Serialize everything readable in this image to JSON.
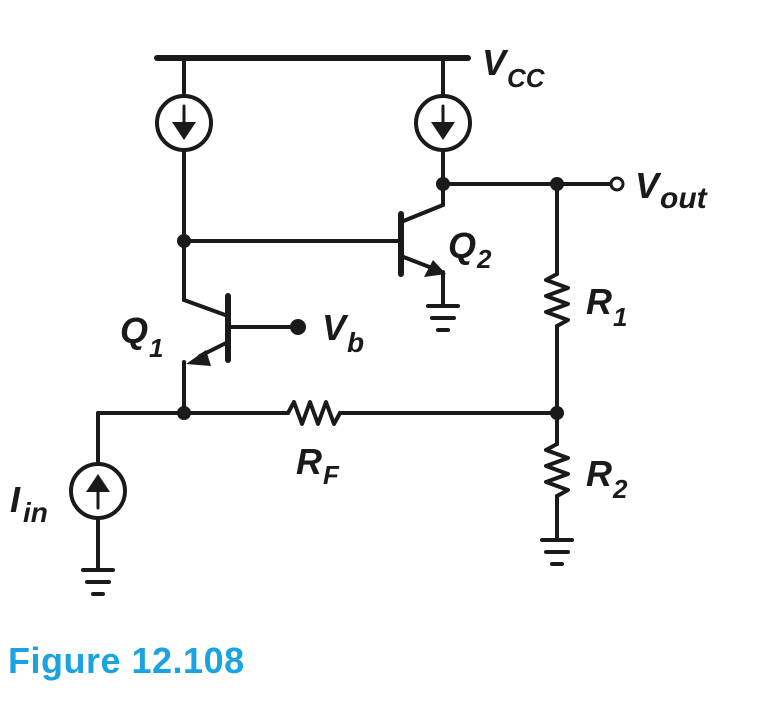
{
  "figure": {
    "caption": "Figure 12.108"
  },
  "labels": {
    "vcc_main": "V",
    "vcc_sub": "CC",
    "vout_main": "V",
    "vout_sub": "out",
    "vb_main": "V",
    "vb_sub": "b",
    "q1_main": "Q",
    "q1_sub": "1",
    "q2_main": "Q",
    "q2_sub": "2",
    "r1_main": "R",
    "r1_sub": "1",
    "r2_main": "R",
    "r2_sub": "2",
    "rf_main": "R",
    "rf_sub": "F",
    "iin_main": "I",
    "iin_sub": "in"
  },
  "colors": {
    "ink": "#1a1a1a",
    "caption": "#1aa3e0"
  }
}
